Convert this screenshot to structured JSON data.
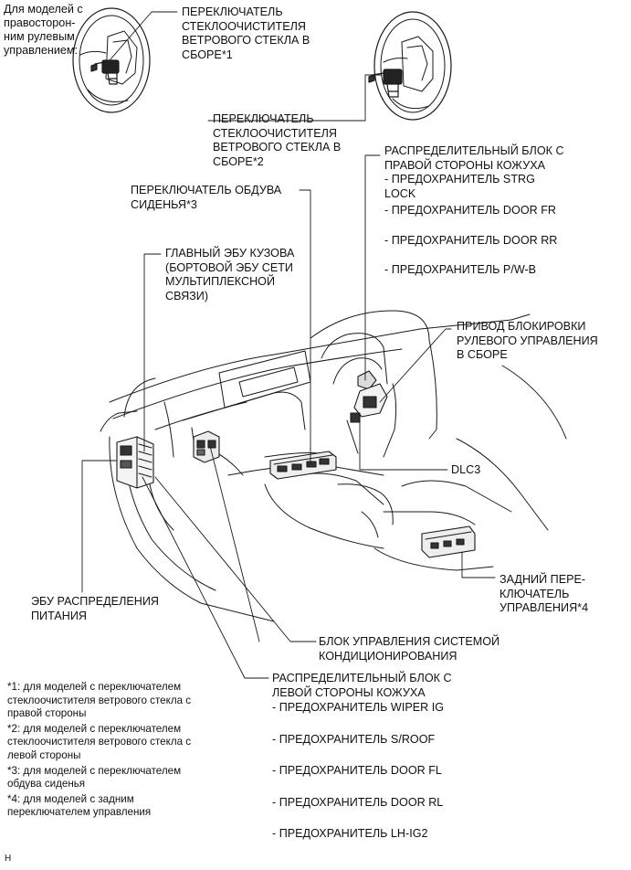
{
  "rhd_note": [
    "Для моделей с",
    "правосторон-",
    "ним рулевым",
    "управлением:"
  ],
  "labels": {
    "wiper_rh": [
      "ПЕРЕКЛЮЧАТЕЛЬ",
      "СТЕКЛООЧИСТИТЕЛЯ",
      "ВЕТРОВОГО СТЕКЛА В",
      "СБОРЕ*1"
    ],
    "wiper_lh": [
      "ПЕРЕКЛЮЧАТЕЛЬ",
      "СТЕКЛООЧИСТИТЕЛЯ",
      "ВЕТРОВОГО СТЕКЛА В",
      "СБОРЕ*2"
    ],
    "seat_fan": [
      "ПЕРЕКЛЮЧАТЕЛЬ ОБДУВА",
      "СИДЕНЬЯ*3"
    ],
    "main_body_ecu": [
      "ГЛАВНЫЙ ЭБУ КУЗОВА",
      "(БОРТОВОЙ ЭБУ СЕТИ",
      "МУЛЬТИПЛЕКСНОЙ",
      "СВЯЗИ)"
    ],
    "jb_right_title": [
      "РАСПРЕДЕЛИТЕЛЬНЫЙ БЛОК С",
      "ПРАВОЙ СТОРОНЫ КОЖУХА"
    ],
    "jb_right_fuses": [
      [
        "- ПРЕДОХРАНИТЕЛЬ STRG",
        "LOCK"
      ],
      [
        "- ПРЕДОХРАНИТЕЛЬ DOOR FR"
      ],
      [
        "- ПРЕДОХРАНИТЕЛЬ DOOR RR"
      ],
      [
        "- ПРЕДОХРАНИТЕЛЬ P/W-B"
      ]
    ],
    "steering_lock": [
      "ПРИВОД БЛОКИРОВКИ",
      "РУЛЕВОГО УПРАВЛЕНИЯ",
      "В СБОРЕ"
    ],
    "dlc3": "DLC3",
    "power_dist_ecu": [
      "ЭБУ РАСПРЕДЕЛЕНИЯ",
      "ПИТАНИЯ"
    ],
    "rear_switch": [
      "ЗАДНИЙ ПЕРЕ-",
      "КЛЮЧАТЕЛЬ",
      "УПРАВЛЕНИЯ*4"
    ],
    "ac_control": [
      "БЛОК УПРАВЛЕНИЯ СИСТЕМОЙ",
      "КОНДИЦИОНИРОВАНИЯ"
    ],
    "jb_left_title": [
      "РАСПРЕДЕЛИТЕЛЬНЫЙ БЛОК С",
      "ЛЕВОЙ СТОРОНЫ КОЖУХА"
    ],
    "jb_left_fuses": [
      "- ПРЕДОХРАНИТЕЛЬ WIPER IG",
      "- ПРЕДОХРАНИТЕЛЬ S/ROOF",
      "- ПРЕДОХРАНИТЕЛЬ DOOR FL",
      "- ПРЕДОХРАНИТЕЛЬ DOOR RL",
      "- ПРЕДОХРАНИТЕЛЬ LH-IG2"
    ]
  },
  "footnotes": [
    [
      "*1: для моделей с переключателем",
      "стеклоочистителя ветрового стекла с",
      "правой стороны"
    ],
    [
      "*2: для моделей с переключателем",
      "стеклоочистителя ветрового стекла с",
      "левой стороны"
    ],
    [
      "*3: для моделей с переключателем",
      "обдува сиденья"
    ],
    [
      "*4: для моделей с задним",
      "переключателем управления"
    ]
  ],
  "corner_mark": "H"
}
